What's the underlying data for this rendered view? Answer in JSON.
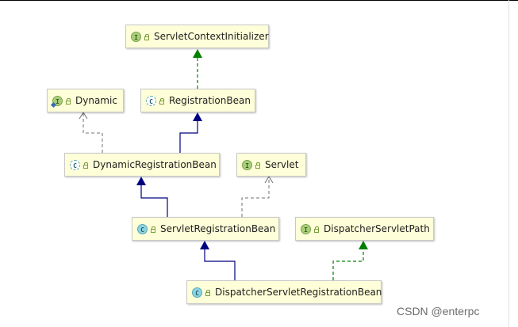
{
  "nodes": [
    {
      "id": "servlet-context-initializer",
      "label": "ServletContextInitializer",
      "kind": "interface",
      "badge": "I"
    },
    {
      "id": "dynamic",
      "label": "Dynamic",
      "kind": "interface",
      "badge": "I"
    },
    {
      "id": "registration-bean",
      "label": "RegistrationBean",
      "kind": "abstract-class",
      "badge": "C"
    },
    {
      "id": "dynamic-registration-bean",
      "label": "DynamicRegistrationBean",
      "kind": "abstract-class",
      "badge": "C"
    },
    {
      "id": "servlet",
      "label": "Servlet",
      "kind": "interface",
      "badge": "I"
    },
    {
      "id": "servlet-registration-bean",
      "label": "ServletRegistrationBean",
      "kind": "class",
      "badge": "C"
    },
    {
      "id": "dispatcher-servlet-path",
      "label": "DispatcherServletPath",
      "kind": "interface",
      "badge": "I"
    },
    {
      "id": "dispatcher-servlet-registration-bean",
      "label": "DispatcherServletRegistrationBean",
      "kind": "class",
      "badge": "C"
    }
  ],
  "edges": [
    {
      "from": "registration-bean",
      "to": "servlet-context-initializer",
      "type": "implements"
    },
    {
      "from": "dynamic-registration-bean",
      "to": "dynamic",
      "type": "dependency"
    },
    {
      "from": "dynamic-registration-bean",
      "to": "registration-bean",
      "type": "extends"
    },
    {
      "from": "servlet-registration-bean",
      "to": "dynamic-registration-bean",
      "type": "extends"
    },
    {
      "from": "servlet-registration-bean",
      "to": "servlet",
      "type": "dependency"
    },
    {
      "from": "dispatcher-servlet-registration-bean",
      "to": "servlet-registration-bean",
      "type": "extends"
    },
    {
      "from": "dispatcher-servlet-registration-bean",
      "to": "dispatcher-servlet-path",
      "type": "implements"
    }
  ],
  "colors": {
    "extends": "#000080",
    "implements": "#008000",
    "dependency": "#707070",
    "node_fill": "#fefed8"
  },
  "watermark": "CSDN @enterpc"
}
